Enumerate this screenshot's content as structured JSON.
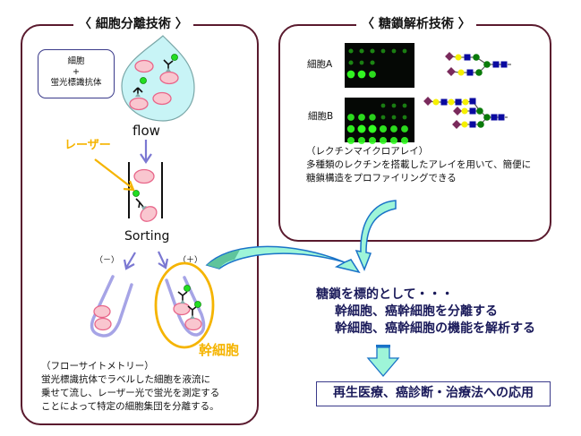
{
  "cell_separation": {
    "title": "〈 細胞分離技術 〉",
    "sample_label": [
      "細胞",
      "+",
      "蛍光標識抗体"
    ],
    "flow_label": "flow",
    "laser_label": "レーザー",
    "sorting_label": "Sorting",
    "negative_label": "（－）",
    "positive_label": "（＋）",
    "stem_cell_label": "幹細胞",
    "description": [
      "（フローサイトメトリー）",
      "蛍光標識抗体でラベルした細胞を液流に",
      "乗せて流し、レーザー光で蛍光を測定する",
      "ことによって特定の細胞集団を分離する。"
    ]
  },
  "glycan_analysis": {
    "title": "〈 糖鎖解析技術 〉",
    "cell_a_label": "細胞A",
    "cell_b_label": "細胞B",
    "description": [
      "（レクチンマイクロアレイ）",
      "多種類のレクチンを搭載したアレイを用いて、簡便に",
      "糖鎖構造をプロファイリングできる"
    ]
  },
  "conclusion": {
    "lines": [
      "糖鎖を標的として・・・",
      "幹細胞、癌幹細胞を分離する",
      "幹細胞、癌幹細胞の機能を解析する"
    ],
    "application": "再生医療、癌診断・治療法への応用"
  },
  "colors": {
    "panel_border": "#5a1a2e",
    "cell_fill": "#f9c6cf",
    "cell_stroke": "#e8668a",
    "droplet_fill": "#c8f4f6",
    "flow_arrow": "#7b78d2",
    "laser": "#f5b400",
    "fluor": "#22dd22",
    "arrow_fill": "#9ef5d8",
    "arrow_stroke": "#1a73c8",
    "text_blue": "#1a1a5a"
  }
}
